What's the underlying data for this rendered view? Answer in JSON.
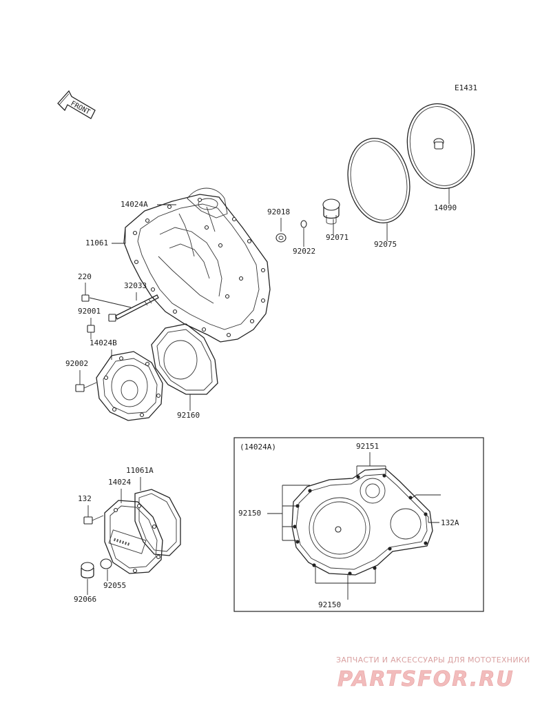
{
  "diagram_code": "E1431",
  "front_label": "FRONT",
  "inset_title": "(14024A)",
  "watermark": {
    "tagline": "ЗАПЧАСТИ И АКСЕССУАРЫ ДЛЯ МОТОТЕХНИКИ",
    "brand": "PARTSFOR.RU"
  },
  "parts": {
    "p14024A": "14024A",
    "p11061": "11061",
    "p220": "220",
    "p32033": "32033",
    "p92001": "92001",
    "p14024B": "14024B",
    "p92002": "92002",
    "p92160": "92160",
    "p92018": "92018",
    "p92022": "92022",
    "p92071": "92071",
    "p92075": "92075",
    "p14090": "14090",
    "p11061A": "11061A",
    "p14024": "14024",
    "p132": "132",
    "p92055": "92055",
    "p92066": "92066",
    "p92151": "92151",
    "p92150a": "92150",
    "p132A": "132A",
    "p92150b": "92150"
  }
}
